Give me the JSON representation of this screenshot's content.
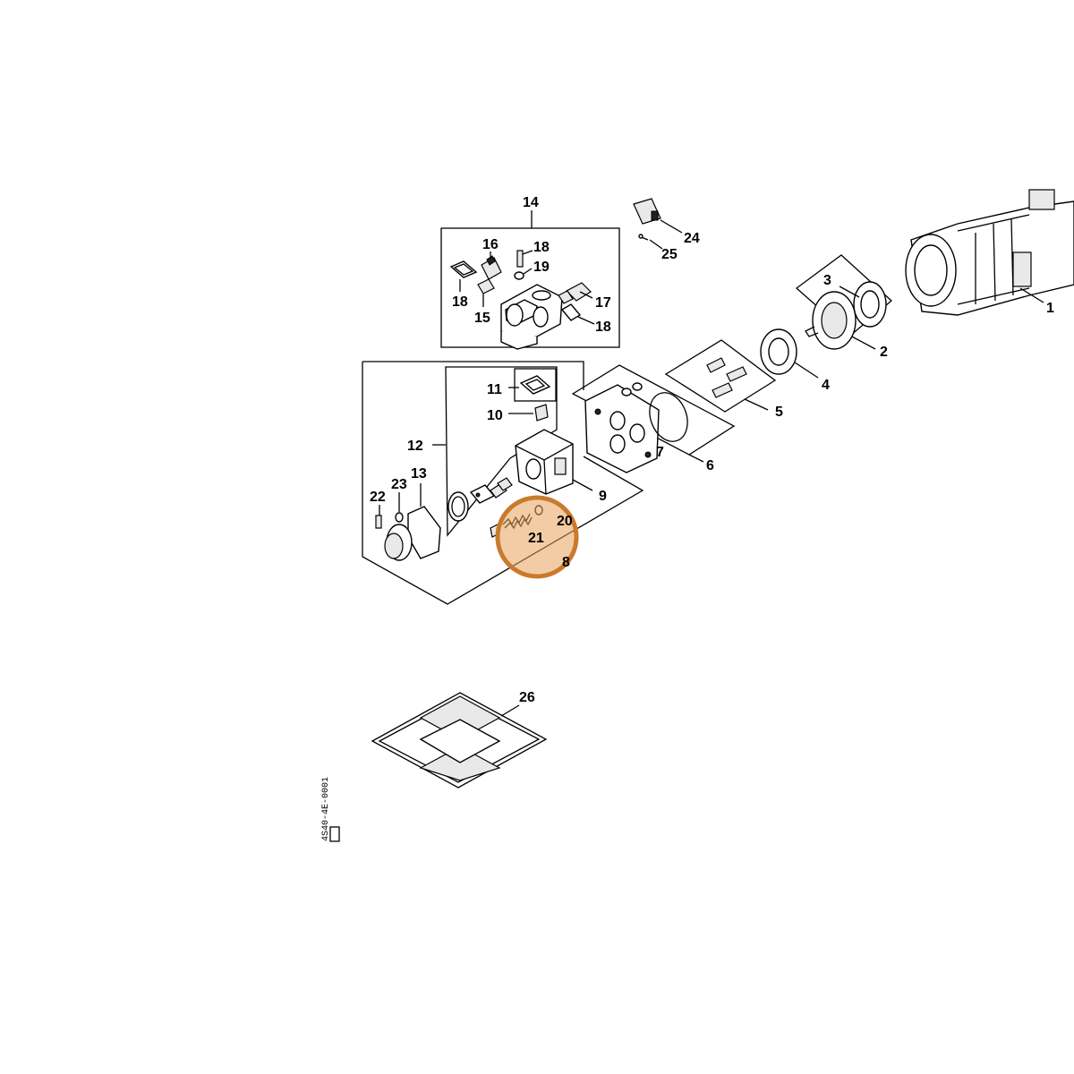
{
  "diagram": {
    "callouts": [
      "1",
      "2",
      "3",
      "4",
      "5",
      "6",
      "7",
      "8",
      "9",
      "10",
      "11",
      "12",
      "13",
      "14",
      "15",
      "16",
      "17",
      "18",
      "18",
      "19",
      "20",
      "20",
      "21",
      "22",
      "23",
      "24",
      "25",
      "26"
    ],
    "drawing_code": "4S40-4E-0001",
    "highlight_color": "#E8A25A",
    "highlight_border": "#C97A2C",
    "highlighted_part": "21"
  }
}
